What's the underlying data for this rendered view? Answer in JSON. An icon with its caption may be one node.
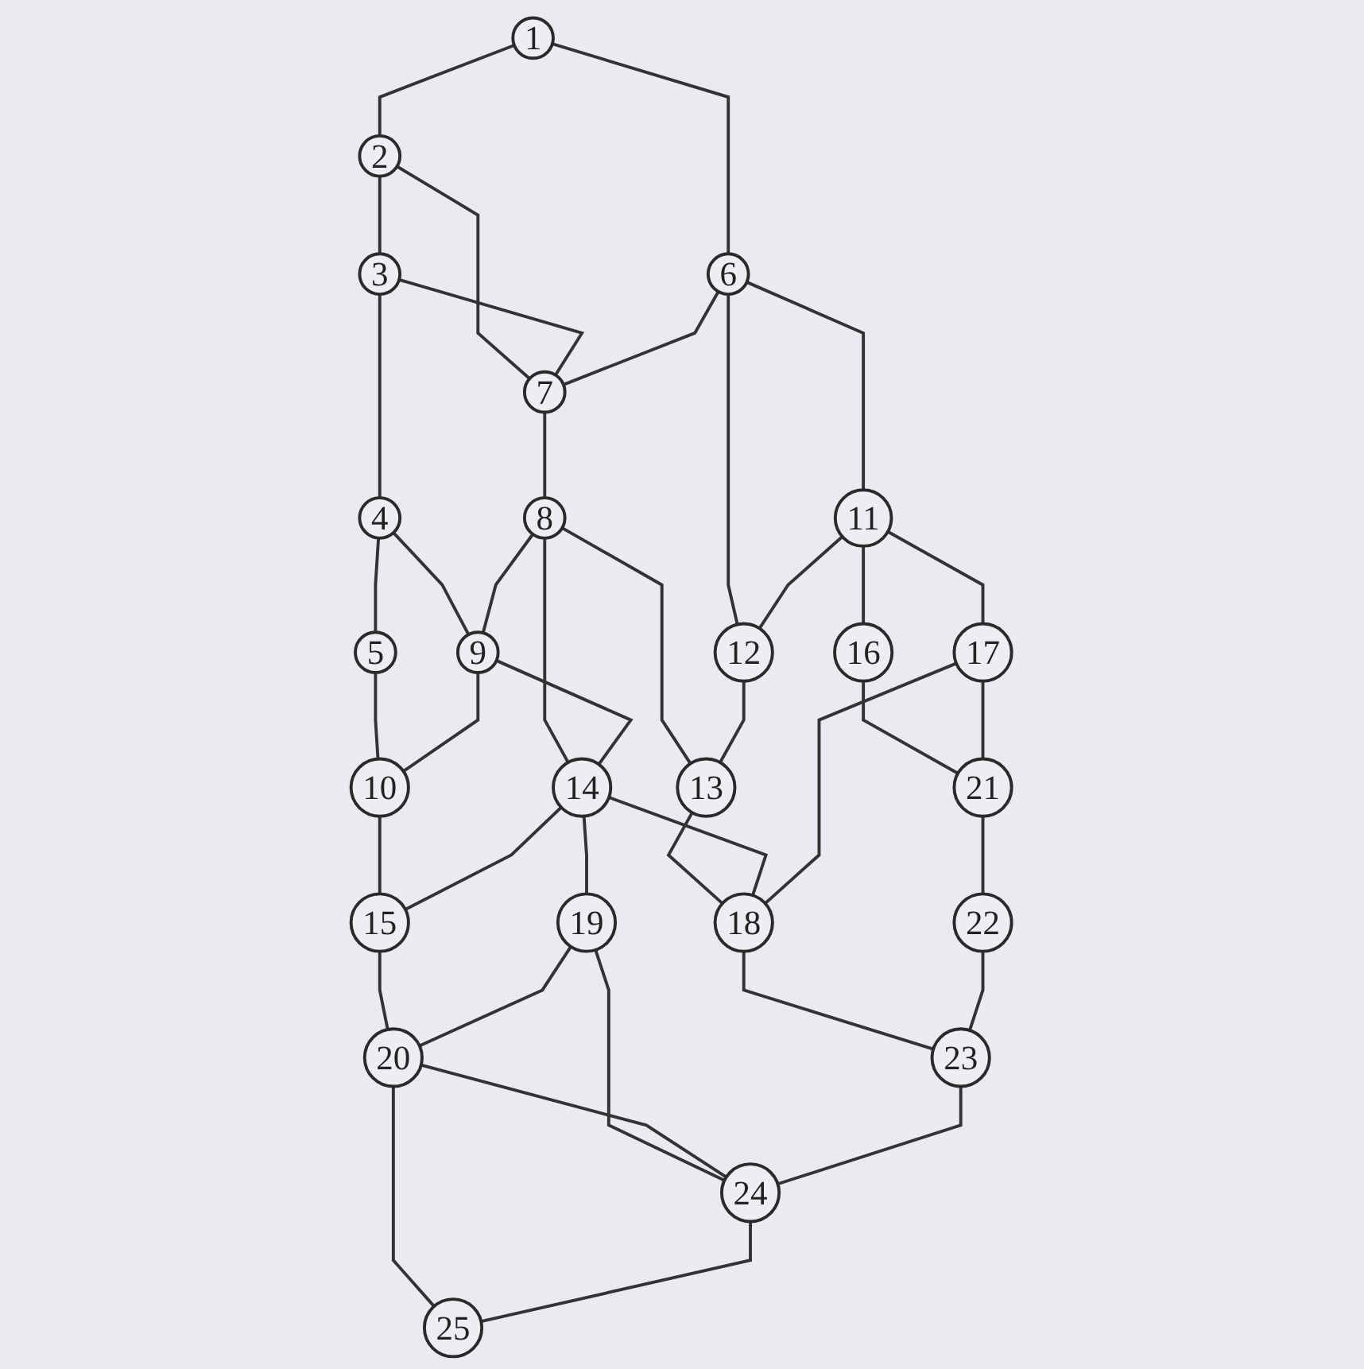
{
  "diagram": {
    "nodes": [
      {
        "text": [
          "1"
        ]
      },
      {
        "text": [
          "2"
        ]
      },
      {
        "text": [
          "3"
        ]
      },
      {
        "text": [
          "4"
        ]
      },
      {
        "text": [
          "5"
        ]
      },
      {
        "text": [
          "6"
        ]
      },
      {
        "text": [
          "7"
        ]
      },
      {
        "text": [
          "8"
        ]
      },
      {
        "text": [
          "9"
        ]
      },
      {
        "text": [
          "10"
        ]
      },
      {
        "text": [
          "11"
        ]
      },
      {
        "text": [
          "12"
        ]
      },
      {
        "text": [
          "13"
        ]
      },
      {
        "text": [
          "14"
        ]
      },
      {
        "text": [
          "15"
        ]
      },
      {
        "text": [
          "16"
        ]
      },
      {
        "text": [
          "17"
        ]
      },
      {
        "text": [
          "18"
        ]
      },
      {
        "text": [
          "19"
        ]
      },
      {
        "text": [
          "20"
        ]
      },
      {
        "text": [
          "21"
        ]
      },
      {
        "text": [
          "22"
        ]
      },
      {
        "text": [
          "23"
        ]
      },
      {
        "text": [
          "24"
        ]
      },
      {
        "text": [
          "25"
        ]
      }
    ],
    "edges": [
      {
        "from": 0,
        "to": 1,
        "arrow": "none"
      },
      {
        "from": 1,
        "to": 2,
        "arrow": "none"
      },
      {
        "from": 2,
        "to": 3,
        "arrow": "none"
      },
      {
        "from": 3,
        "to": 4,
        "arrow": "none"
      },
      {
        "from": 0,
        "to": 5,
        "arrow": "none"
      },
      {
        "from": 1,
        "to": 6,
        "arrow": "none"
      },
      {
        "from": 2,
        "to": 6,
        "arrow": "none"
      },
      {
        "from": 3,
        "to": 8,
        "arrow": "none"
      },
      {
        "from": 4,
        "to": 9,
        "arrow": "none"
      },
      {
        "from": 5,
        "to": 6,
        "arrow": "none"
      },
      {
        "from": 6,
        "to": 7,
        "arrow": "none"
      },
      {
        "from": 7,
        "to": 8,
        "arrow": "none"
      },
      {
        "from": 8,
        "to": 9,
        "arrow": "none"
      },
      {
        "from": 5,
        "to": 10,
        "arrow": "none"
      },
      {
        "from": 5,
        "to": 11,
        "arrow": "none"
      },
      {
        "from": 7,
        "to": 12,
        "arrow": "none"
      },
      {
        "from": 7,
        "to": 13,
        "arrow": "none"
      },
      {
        "from": 8,
        "to": 13,
        "arrow": "none"
      },
      {
        "from": 9,
        "to": 14,
        "arrow": "none"
      },
      {
        "from": 10,
        "to": 11,
        "arrow": "none"
      },
      {
        "from": 11,
        "to": 12,
        "arrow": "none"
      },
      {
        "from": 13,
        "to": 14,
        "arrow": "none"
      },
      {
        "from": 10,
        "to": 15,
        "arrow": "none"
      },
      {
        "from": 10,
        "to": 16,
        "arrow": "none"
      },
      {
        "from": 12,
        "to": 17,
        "arrow": "none"
      },
      {
        "from": 13,
        "to": 17,
        "arrow": "none"
      },
      {
        "from": 13,
        "to": 18,
        "arrow": "none"
      },
      {
        "from": 14,
        "to": 19,
        "arrow": "none"
      },
      {
        "from": 16,
        "to": 17,
        "arrow": "none"
      },
      {
        "from": 18,
        "to": 19,
        "arrow": "none"
      },
      {
        "from": 15,
        "to": 20,
        "arrow": "none"
      },
      {
        "from": 16,
        "to": 20,
        "arrow": "none"
      },
      {
        "from": 17,
        "to": 22,
        "arrow": "none"
      },
      {
        "from": 18,
        "to": 23,
        "arrow": "none"
      },
      {
        "from": 19,
        "to": 23,
        "arrow": "none"
      },
      {
        "from": 19,
        "to": 24,
        "arrow": "none"
      },
      {
        "from": 20,
        "to": 21,
        "arrow": "none"
      },
      {
        "from": 21,
        "to": 22,
        "arrow": "none"
      },
      {
        "from": 22,
        "to": 23,
        "arrow": "none"
      },
      {
        "from": 23,
        "to": 24,
        "arrow": "none"
      }
    ]
  }
}
